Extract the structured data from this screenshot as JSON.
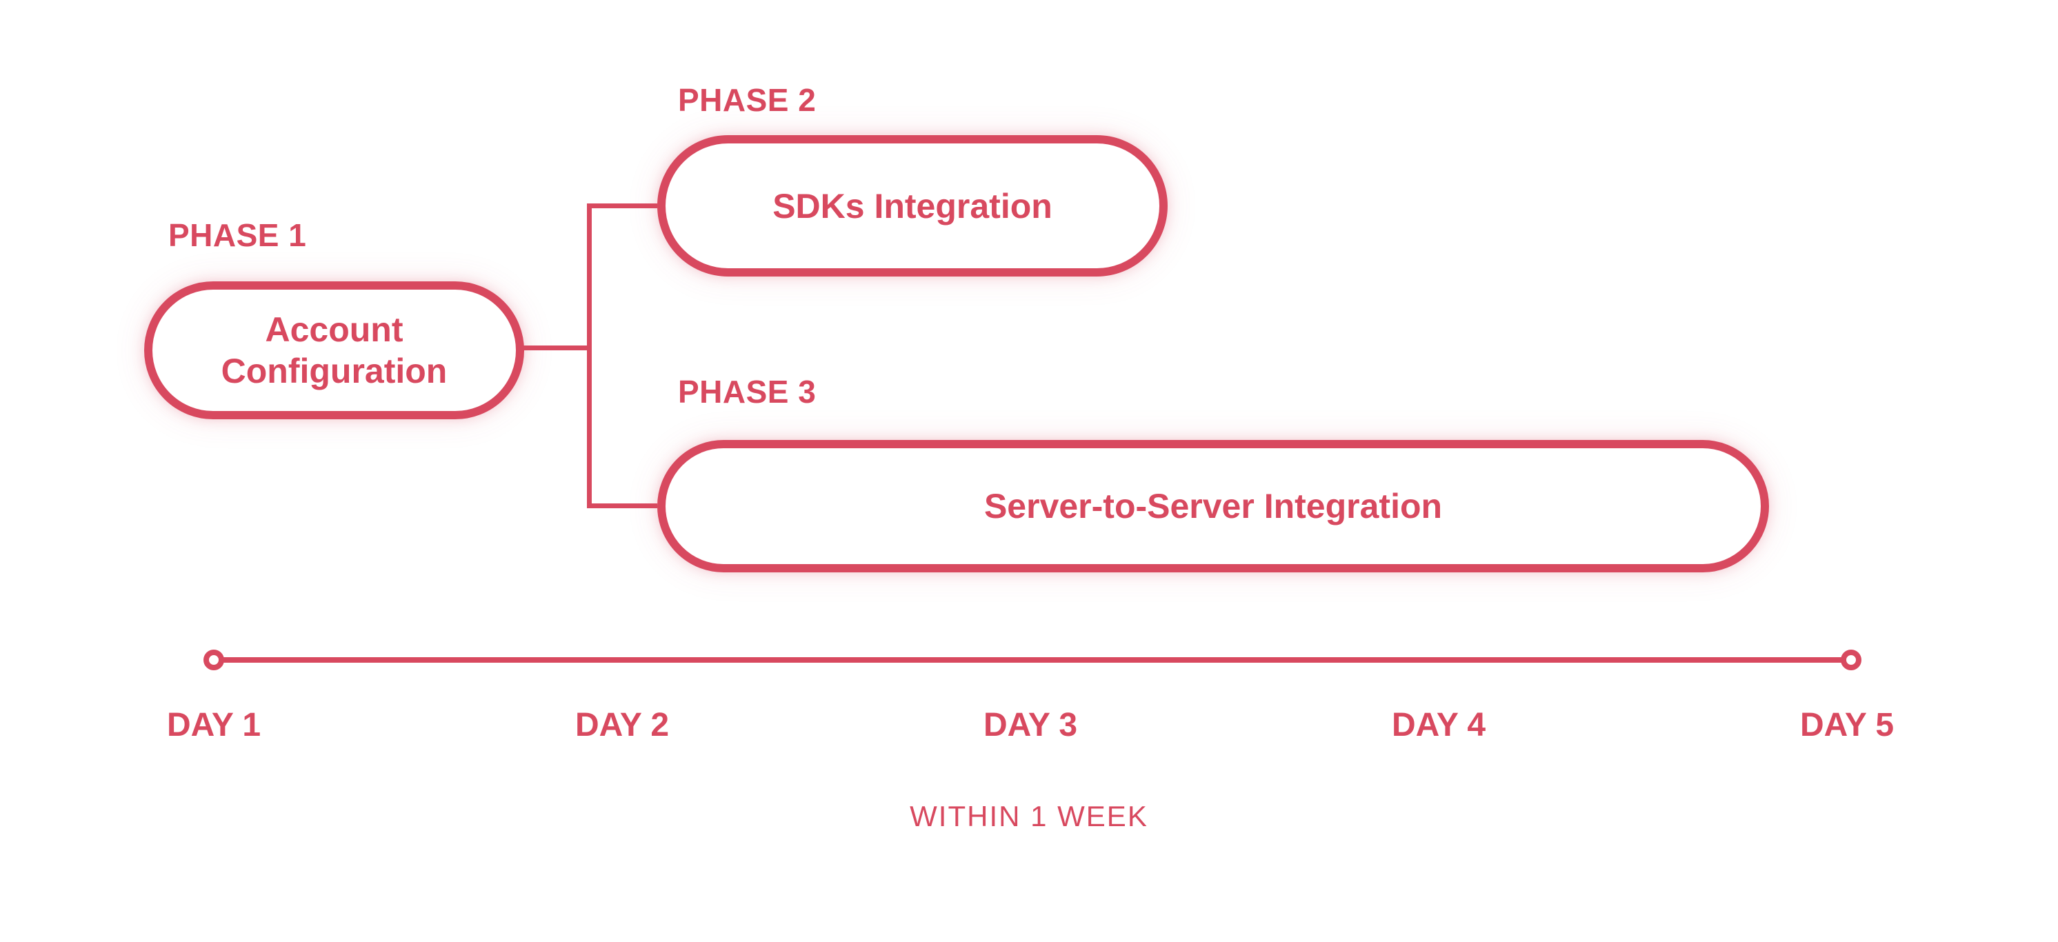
{
  "diagram": {
    "accent_color": "#D8495F",
    "background_color": "#FFFFFF",
    "phases": [
      {
        "label": "PHASE 1",
        "title": "Account Configuration"
      },
      {
        "label": "PHASE 2",
        "title": "SDKs Integration"
      },
      {
        "label": "PHASE 3",
        "title": "Server-to-Server Integration"
      }
    ],
    "timeline": {
      "day_labels": [
        "DAY 1",
        "DAY 2",
        "DAY 3",
        "DAY 4",
        "DAY 5"
      ],
      "caption": "WITHIN 1 WEEK"
    }
  }
}
